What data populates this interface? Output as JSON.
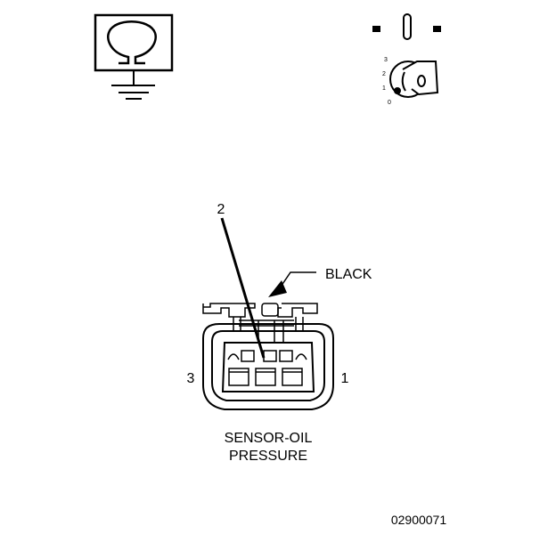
{
  "symbols": {
    "ohmmeter": {
      "icon": "ohmmeter-ground-icon"
    },
    "ignition": {
      "icon": "ignition-key-off-icon",
      "positions": [
        "3",
        "2",
        "1",
        "0"
      ]
    }
  },
  "connector": {
    "pin_callout": "2",
    "color_label": "BLACK",
    "left_pin": "3",
    "right_pin": "1",
    "name_line1": "SENSOR-OIL",
    "name_line2": "PRESSURE"
  },
  "figure_id": "02900071",
  "colors": {
    "ink": "#000000",
    "paper": "#ffffff"
  }
}
